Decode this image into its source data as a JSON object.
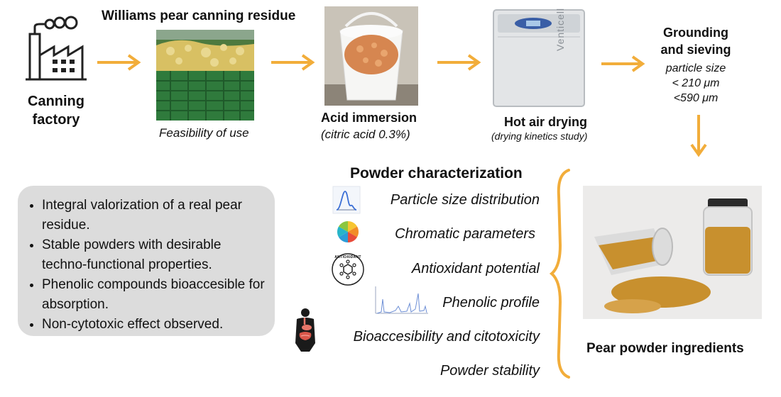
{
  "steps": {
    "factory": {
      "line1": "Canning",
      "line2": "factory"
    },
    "residue": {
      "title": "Williams pear canning residue",
      "caption": "Feasibility of use"
    },
    "acid": {
      "title": "Acid immersion",
      "caption": "(citric acid 0.3%)"
    },
    "drying": {
      "title": "Hot air drying",
      "caption": "(drying kinetics study)",
      "oven_brand": "Venticell"
    },
    "grounding": {
      "line1": "Grounding",
      "line2": "and sieving",
      "note": "particle size",
      "size1": "< 210 μm",
      "size2": "<590 μm"
    }
  },
  "characterization": {
    "title": "Powder characterization",
    "items": [
      {
        "label": "Particle size distribution",
        "icon": "distribution-curve-icon"
      },
      {
        "label": "Chromatic parameters",
        "icon": "color-wheel-icon"
      },
      {
        "label": "Antioxidant potential",
        "icon": "antioxidant-icon"
      },
      {
        "label": "Phenolic profile",
        "icon": "chromatogram-icon"
      },
      {
        "label": "Bioaccesibility and citotoxicity",
        "icon": "digestive-system-icon"
      },
      {
        "label": "Powder stability",
        "icon": ""
      }
    ],
    "antioxidant_icon_text": "ANTIOXIDANT"
  },
  "summary": {
    "items": [
      "Integral valorization of a real pear residue.",
      "Stable powders with desirable techno-functional properties.",
      "Phenolic compounds bioaccesible for absorption.",
      "Non-cytotoxic effect observed."
    ]
  },
  "result": {
    "title": "Pear powder ingredients"
  },
  "colors": {
    "arrow": "#f2ad3a",
    "box": "#dcdcdc",
    "powder": "#c8902e"
  }
}
